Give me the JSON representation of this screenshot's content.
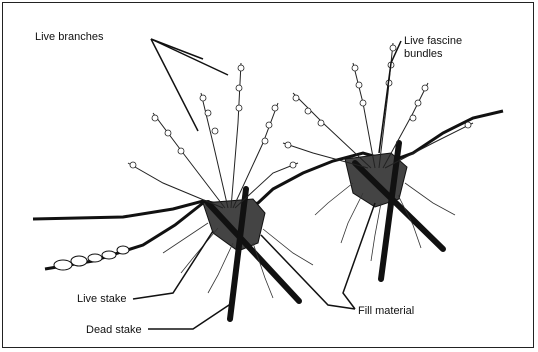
{
  "labels": {
    "live_branches": "Live branches",
    "live_fascine_bundles": "Live fascine bundles",
    "live_stake": "Live stake",
    "fill_material": "Fill material",
    "dead_stake": "Dead stake"
  },
  "colors": {
    "ink": "#111111",
    "background": "#ffffff",
    "frame": "#222222"
  }
}
